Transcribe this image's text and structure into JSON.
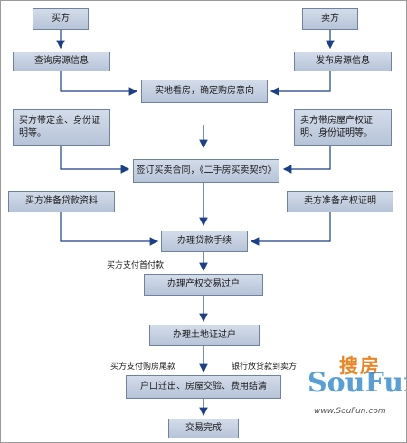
{
  "diagram": {
    "nodes": {
      "buyer": "买方",
      "seller": "卖方",
      "query_info": "查询房源信息",
      "publish_info": "发布房源信息",
      "view_house": "实地看房，确定购房意向",
      "buyer_deposit": "买方带定金、身份证明等。",
      "seller_docs": "卖方带房屋产权证明、身份证明等。",
      "sign_contract": "签订买卖合同，《二手房买卖契约》",
      "buyer_loan_docs": "买方准备贷款资料",
      "seller_title_docs": "卖方准备产权证明",
      "loan_process": "办理贷款手续",
      "title_transfer": "办理产权交易过户",
      "land_transfer": "办理土地证过户",
      "household_transfer": "户口迁出、房屋交验、费用结清",
      "done": "交易完成"
    },
    "edge_labels": {
      "down_payment": "买方支付首付款",
      "final_payment": "买方支付购房尾款",
      "bank_release": "银行放贷款到卖方"
    }
  },
  "watermark": {
    "brand_cn": "搜房",
    "brand_en": "SouFun",
    "url": "www.SouFun.com"
  }
}
